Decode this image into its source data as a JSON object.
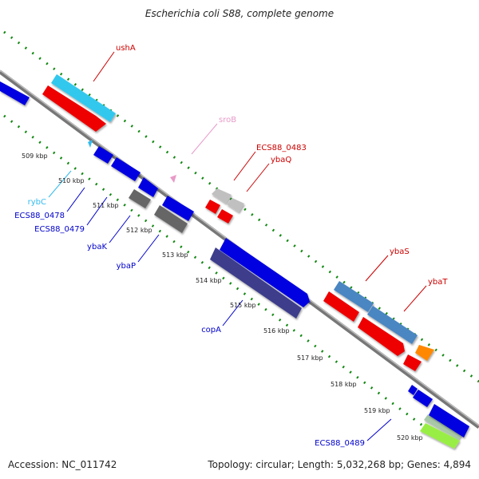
{
  "title": "Escherichia coli S88, complete genome",
  "footer": {
    "accession": "Accession: NC_011742",
    "topology": "Topology: circular; Length: 5,032,268 bp; Genes: 4,894"
  },
  "ticks": [
    "509 kbp",
    "510 kbp",
    "511 kbp",
    "512 kbp",
    "513 kbp",
    "514 kbp",
    "515 kbp",
    "516 kbp",
    "517 kbp",
    "518 kbp",
    "519 kbp",
    "520 kbp"
  ],
  "gene_labels": {
    "ushA": "ushA",
    "sroB": "sroB",
    "ECS88_0483": "ECS88_0483",
    "ybaQ": "ybaQ",
    "ybaS": "ybaS",
    "ybaT": "ybaT",
    "rybC": "rybC",
    "ECS88_0478": "ECS88_0478",
    "ECS88_0479": "ECS88_0479",
    "ybaK": "ybaK",
    "ybaP": "ybaP",
    "copA": "copA",
    "ECS88_0489": "ECS88_0489"
  },
  "colors": {
    "blue": "#0000e0",
    "red": "#ee0000",
    "cyan": "#33c8ee",
    "gray": "#666666",
    "lightgray": "#c8c8c8",
    "purple": "#3c3c8c",
    "steelblue": "#4a86c2",
    "orange": "#ff8800",
    "lime": "#99ee44",
    "pink": "#e89ac8",
    "labelRed": "#cc0000",
    "labelBlue": "#0000cc",
    "labelCyan": "#33bbee",
    "dotGreen": "#118811"
  }
}
